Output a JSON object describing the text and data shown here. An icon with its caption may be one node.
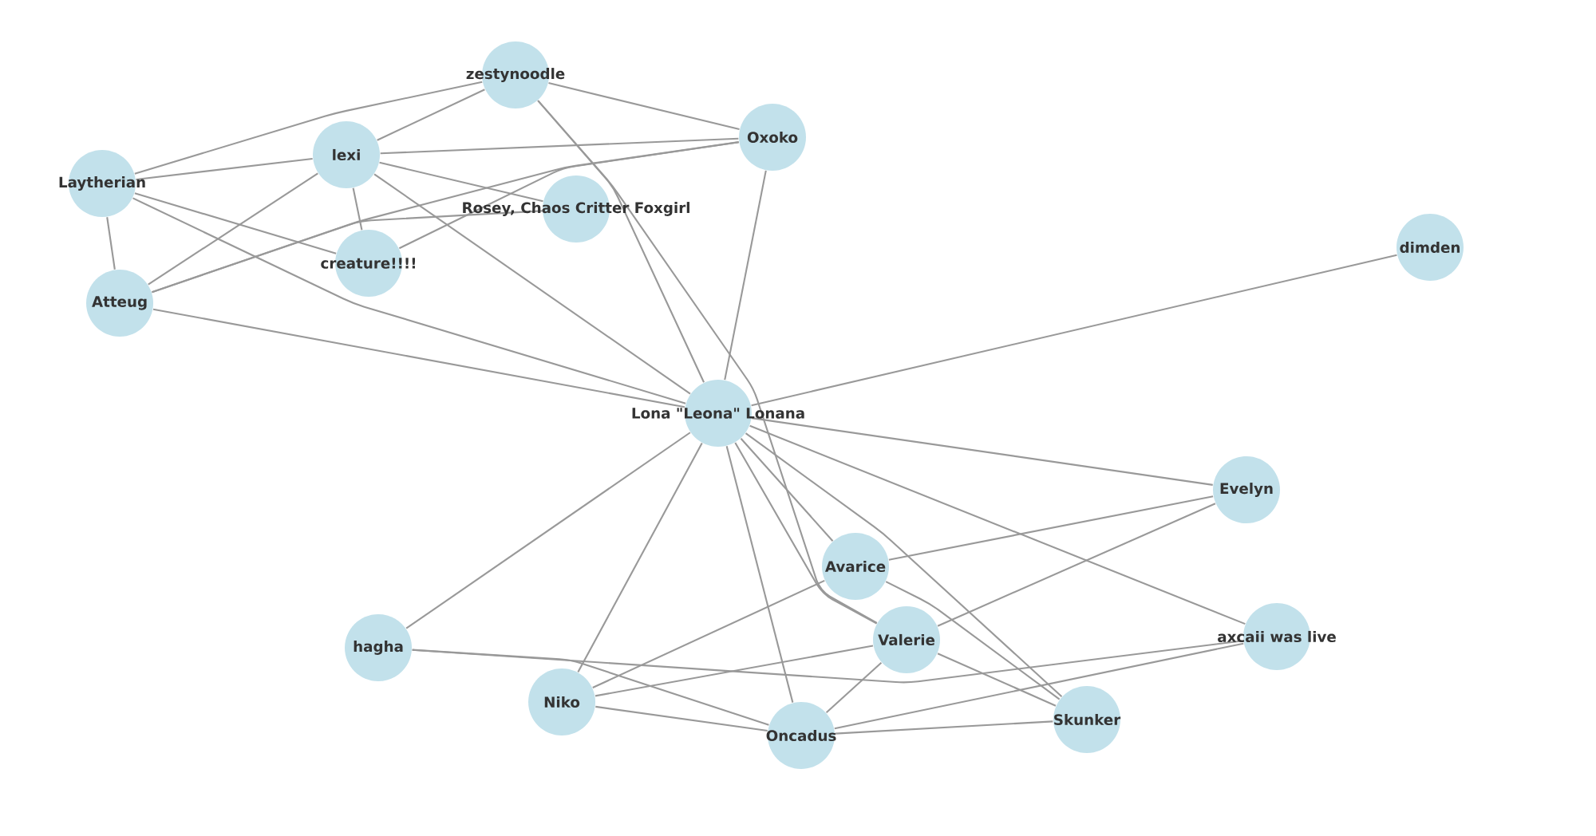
{
  "diagram": {
    "nodes": [
      {
        "text": [
          "zestynoodle"
        ]
      },
      {
        "text": [
          "Oxoko"
        ]
      },
      {
        "text": [
          "lexi"
        ]
      },
      {
        "text": [
          "Laytherian"
        ]
      },
      {
        "text": [
          "Rosey, Chaos Critter Foxgirl"
        ]
      },
      {
        "text": [
          "dimden"
        ]
      },
      {
        "text": [
          "creature!!!!"
        ]
      },
      {
        "text": [
          "Atteug"
        ]
      },
      {
        "text": [
          "Lona \"Leona\" Lonana"
        ]
      },
      {
        "text": [
          "Evelyn"
        ]
      },
      {
        "text": [
          "Avarice"
        ]
      },
      {
        "text": [
          "axcaii was live"
        ]
      },
      {
        "text": [
          "Valerie"
        ]
      },
      {
        "text": [
          "hagha"
        ]
      },
      {
        "text": [
          "Niko"
        ]
      },
      {
        "text": [
          "Skunker"
        ]
      },
      {
        "text": [
          "Oncadus"
        ]
      }
    ],
    "edges": [
      {
        "from": 0,
        "to": 3,
        "arrow": "none"
      },
      {
        "from": 0,
        "to": 2,
        "arrow": "none"
      },
      {
        "from": 0,
        "to": 1,
        "arrow": "none"
      },
      {
        "from": 0,
        "to": 8,
        "arrow": "none"
      },
      {
        "from": 0,
        "to": 12,
        "arrow": "none"
      },
      {
        "from": 1,
        "to": 2,
        "arrow": "none"
      },
      {
        "from": 1,
        "to": 6,
        "arrow": "none"
      },
      {
        "from": 1,
        "to": 7,
        "arrow": "none"
      },
      {
        "from": 1,
        "to": 8,
        "arrow": "none"
      },
      {
        "from": 2,
        "to": 3,
        "arrow": "none"
      },
      {
        "from": 2,
        "to": 4,
        "arrow": "none"
      },
      {
        "from": 2,
        "to": 6,
        "arrow": "none"
      },
      {
        "from": 2,
        "to": 7,
        "arrow": "none"
      },
      {
        "from": 2,
        "to": 8,
        "arrow": "none"
      },
      {
        "from": 3,
        "to": 7,
        "arrow": "none"
      },
      {
        "from": 3,
        "to": 6,
        "arrow": "none"
      },
      {
        "from": 3,
        "to": 8,
        "arrow": "none"
      },
      {
        "from": 4,
        "to": 7,
        "arrow": "none"
      },
      {
        "from": 7,
        "to": 8,
        "arrow": "none"
      },
      {
        "from": 8,
        "to": 5,
        "arrow": "none"
      },
      {
        "from": 8,
        "to": 9,
        "arrow": "none"
      },
      {
        "from": 8,
        "to": 11,
        "arrow": "none"
      },
      {
        "from": 8,
        "to": 10,
        "arrow": "none"
      },
      {
        "from": 8,
        "to": 12,
        "arrow": "none"
      },
      {
        "from": 8,
        "to": 15,
        "arrow": "none"
      },
      {
        "from": 8,
        "to": 13,
        "arrow": "none"
      },
      {
        "from": 8,
        "to": 14,
        "arrow": "none"
      },
      {
        "from": 8,
        "to": 16,
        "arrow": "none"
      },
      {
        "from": 9,
        "to": 10,
        "arrow": "none"
      },
      {
        "from": 9,
        "to": 12,
        "arrow": "none"
      },
      {
        "from": 10,
        "to": 14,
        "arrow": "none"
      },
      {
        "from": 10,
        "to": 15,
        "arrow": "none"
      },
      {
        "from": 12,
        "to": 14,
        "arrow": "none"
      },
      {
        "from": 12,
        "to": 16,
        "arrow": "none"
      },
      {
        "from": 12,
        "to": 15,
        "arrow": "none"
      },
      {
        "from": 13,
        "to": 11,
        "arrow": "none"
      },
      {
        "from": 13,
        "to": 16,
        "arrow": "none"
      },
      {
        "from": 14,
        "to": 16,
        "arrow": "none"
      },
      {
        "from": 16,
        "to": 15,
        "arrow": "none"
      },
      {
        "from": 16,
        "to": 11,
        "arrow": "none"
      }
    ]
  }
}
